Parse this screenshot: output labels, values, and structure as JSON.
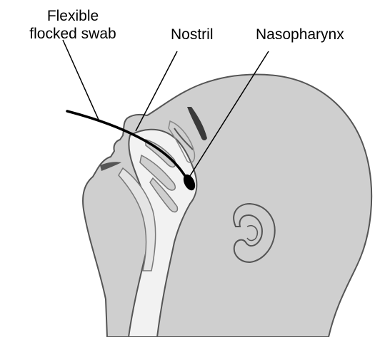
{
  "labels": {
    "swab_line1": "Flexible",
    "swab_line2": "flocked swab",
    "nostril": "Nostril",
    "nasopharynx": "Nasopharynx"
  },
  "colors": {
    "head_fill": "#cfcfcf",
    "head_outline": "#555555",
    "airway_fill": "#f2f2f2",
    "swab": "#000000",
    "leader_line": "#000000"
  }
}
